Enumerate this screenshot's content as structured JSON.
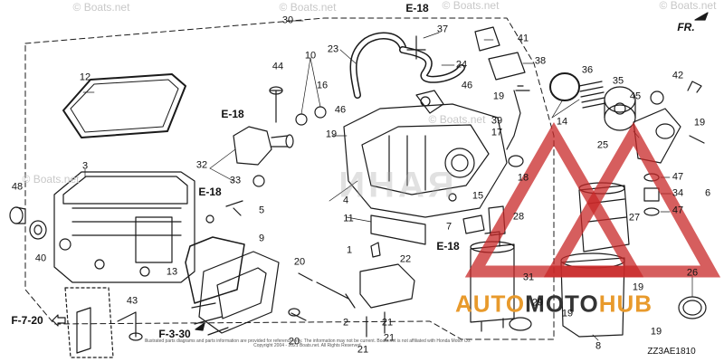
{
  "diagram": {
    "code": "ZZ3AE1810",
    "direction": "FR.",
    "watermark": "© Boats.net",
    "watermark_big": "ИНАЯ",
    "footer_line1": "Illustrated parts diagrams and parts information are provided for reference only. The information may not be current. Boats.net is not affiliated with Honda Motor Co.",
    "footer_line2": "Copyright 2004 - 2021 Boats.net. All Rights Reserved.",
    "logo": {
      "part1": "AUTO",
      "part2": "MOTO",
      "part3": "HUB"
    },
    "refs": {
      "e18_top": "E-18",
      "e18_left": "E-18",
      "e18_mid": "E-18",
      "e18_bottom": "E-18",
      "f720": "F-7-20",
      "f330": "F-3-30"
    },
    "parts": {
      "p1": "1",
      "p2": "2",
      "p3": "3",
      "p4": "4",
      "p5": "5",
      "p6": "6",
      "p7": "7",
      "p8": "8",
      "p9": "9",
      "p10": "10",
      "p11": "11",
      "p12": "12",
      "p13": "13",
      "p14": "14",
      "p15": "15",
      "p16": "16",
      "p17": "17",
      "p18": "18",
      "p19a": "19",
      "p19b": "19",
      "p19c": "19",
      "p19d": "19",
      "p19e": "19",
      "p19f": "19",
      "p20a": "20",
      "p20b": "20",
      "p21a": "21",
      "p21b": "21",
      "p21c": "21",
      "p22": "22",
      "p23": "23",
      "p24": "24",
      "p25": "25",
      "p26": "26",
      "p27": "27",
      "p28": "28",
      "p29": "29",
      "p30": "30",
      "p31": "31",
      "p32": "32",
      "p33": "33",
      "p34": "34",
      "p35": "35",
      "p36": "36",
      "p37": "37",
      "p38": "38",
      "p39": "39",
      "p40": "40",
      "p41": "41",
      "p42": "42",
      "p43": "43",
      "p44": "44",
      "p45": "45",
      "p46a": "46",
      "p46b": "46",
      "p47a": "47",
      "p47b": "47",
      "p48": "48"
    }
  }
}
